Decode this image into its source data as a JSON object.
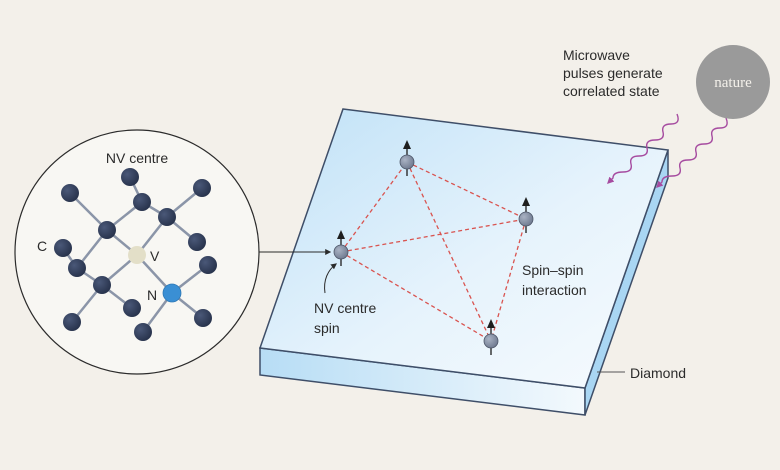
{
  "inset": {
    "title": "NV centre",
    "label_c": "C",
    "label_v": "V",
    "label_n": "N"
  },
  "plate": {
    "nv_spin_label": [
      "NV centre",
      "spin"
    ],
    "interaction_label": [
      "Spin–spin",
      "interaction"
    ],
    "material_label": "Diamond"
  },
  "microwave": {
    "label": [
      "Microwave",
      "pulses generate",
      "correlated state"
    ]
  },
  "logo": {
    "text": "nature"
  },
  "colors": {
    "background": "#f3f0ea",
    "carbon": "#2d3a55",
    "vacancy": "#e3dfc8",
    "nitrogen": "#3a8fd4",
    "spin": "#8a94a8",
    "interaction_line": "#d9534f",
    "microwave": "#a64ca0",
    "logo": "#9a9a9a"
  }
}
